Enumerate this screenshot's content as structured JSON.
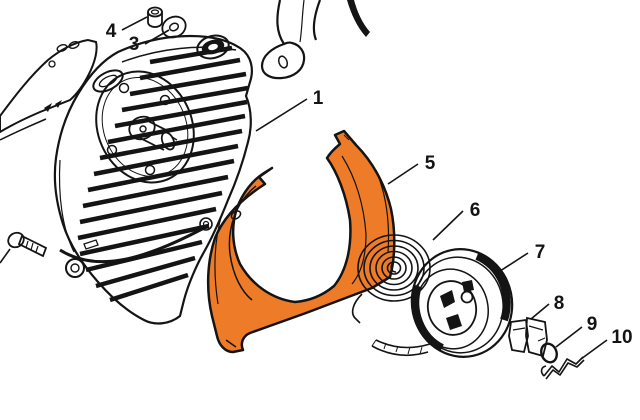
{
  "diagram": {
    "type": "exploded-parts-diagram",
    "background_color": "#ffffff",
    "line_color": "#141414",
    "highlight_color": "#ee7b27"
  },
  "callouts": [
    {
      "id": "4",
      "label": "4",
      "highlighted": false
    },
    {
      "id": "3",
      "label": "3",
      "highlighted": false
    },
    {
      "id": "1",
      "label": "1",
      "highlighted": false
    },
    {
      "id": "5",
      "label": "5",
      "highlighted": true
    },
    {
      "id": "6",
      "label": "6",
      "highlighted": false
    },
    {
      "id": "7",
      "label": "7",
      "highlighted": false
    },
    {
      "id": "8",
      "label": "8",
      "highlighted": false
    },
    {
      "id": "9",
      "label": "9",
      "highlighted": false
    },
    {
      "id": "10",
      "label": "10",
      "highlighted": false
    }
  ]
}
